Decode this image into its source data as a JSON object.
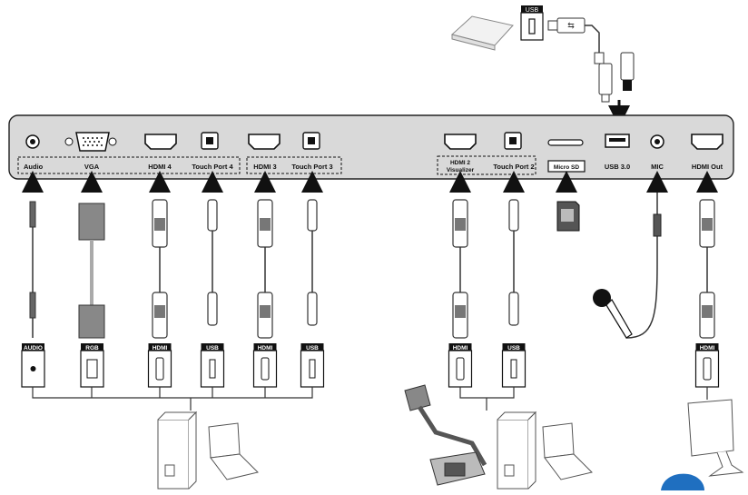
{
  "top_usb_tag": "USB",
  "panel_ports": {
    "audio": "Audio",
    "vga": "VGA",
    "hdmi4": "HDMI 4",
    "touch4": "Touch Port 4",
    "hdmi3": "HDMI 3",
    "touch3": "Touch Port 3",
    "hdmi2_line1": "HDMI 2",
    "hdmi2_line2": "Visualizer",
    "touch2": "Touch Port 2",
    "microsd": "Micro SD",
    "usb30": "USB 3.0",
    "mic": "MIC",
    "hdmiout": "HDMI Out"
  },
  "cable_plugs": {
    "audio": "AUDIO",
    "rgb": "RGB",
    "hdmi4": "HDMI",
    "usb4": "USB",
    "hdmi3": "HDMI",
    "usb3": "USB",
    "hdmi2": "HDMI",
    "usb2": "USB",
    "hdmiout": "HDMI"
  },
  "colors": {
    "panel_fill": "#d9d9d9",
    "line": "#222222",
    "accent_blue": "#1f6fc0"
  }
}
